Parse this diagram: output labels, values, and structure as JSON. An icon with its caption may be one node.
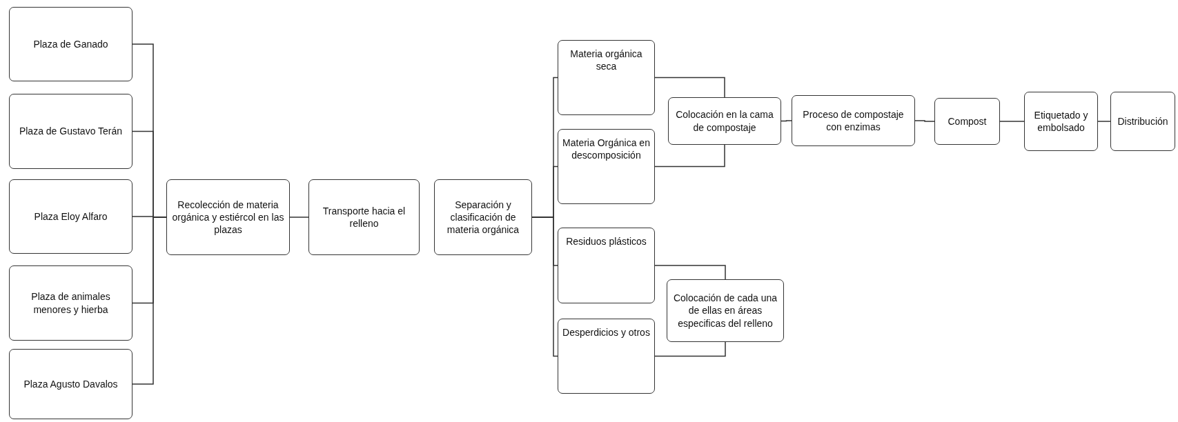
{
  "diagram": {
    "nodes": [
      {
        "text": [
          "Plaza de Ganado"
        ]
      },
      {
        "text": [
          "Plaza de Gustavo Terán"
        ]
      },
      {
        "text": [
          "Plaza Eloy Alfaro"
        ]
      },
      {
        "text": [
          "Plaza de animales menores y hierba"
        ]
      },
      {
        "text": [
          "Plaza Agusto Davalos"
        ]
      },
      {
        "text": [
          "Recolección de materia orgánica y estiércol en las plazas"
        ]
      },
      {
        "text": [
          "Transporte hacia el relleno"
        ]
      },
      {
        "text": [
          "Separación y clasificación de materia orgánica"
        ]
      },
      {
        "text": [
          "Materia orgánica seca"
        ]
      },
      {
        "text": [
          "Materia Orgánica en descomposición"
        ]
      },
      {
        "text": [
          "Residuos plásticos"
        ]
      },
      {
        "text": [
          "Desperdicios y otros"
        ]
      },
      {
        "text": [
          "Colocación en la cama de compostaje"
        ]
      },
      {
        "text": [
          "Proceso de compostaje con enzimas"
        ]
      },
      {
        "text": [
          "Compost"
        ]
      },
      {
        "text": [
          "Etiquetado y embolsado"
        ]
      },
      {
        "text": [
          "Distribución"
        ]
      },
      {
        "text": [
          "Colocación de cada una de ellas en áreas especificas del relleno"
        ]
      }
    ],
    "edges": [
      {
        "from": 0,
        "to": 5,
        "arrow": "none"
      },
      {
        "from": 1,
        "to": 5,
        "arrow": "none"
      },
      {
        "from": 2,
        "to": 5,
        "arrow": "none"
      },
      {
        "from": 3,
        "to": 5,
        "arrow": "none"
      },
      {
        "from": 4,
        "to": 5,
        "arrow": "none"
      },
      {
        "from": 5,
        "to": 6,
        "arrow": "none"
      },
      {
        "from": 7,
        "to": 8,
        "arrow": "none"
      },
      {
        "from": 7,
        "to": 9,
        "arrow": "none"
      },
      {
        "from": 7,
        "to": 10,
        "arrow": "none"
      },
      {
        "from": 7,
        "to": 11,
        "arrow": "none"
      },
      {
        "from": 8,
        "to": 12,
        "arrow": "none"
      },
      {
        "from": 9,
        "to": 12,
        "arrow": "none"
      },
      {
        "from": 12,
        "to": 13,
        "arrow": "none"
      },
      {
        "from": 13,
        "to": 14,
        "arrow": "none"
      },
      {
        "from": 14,
        "to": 15,
        "arrow": "none"
      },
      {
        "from": 15,
        "to": 16,
        "arrow": "none"
      },
      {
        "from": 10,
        "to": 17,
        "arrow": "none"
      },
      {
        "from": 11,
        "to": 17,
        "arrow": "none"
      }
    ]
  }
}
